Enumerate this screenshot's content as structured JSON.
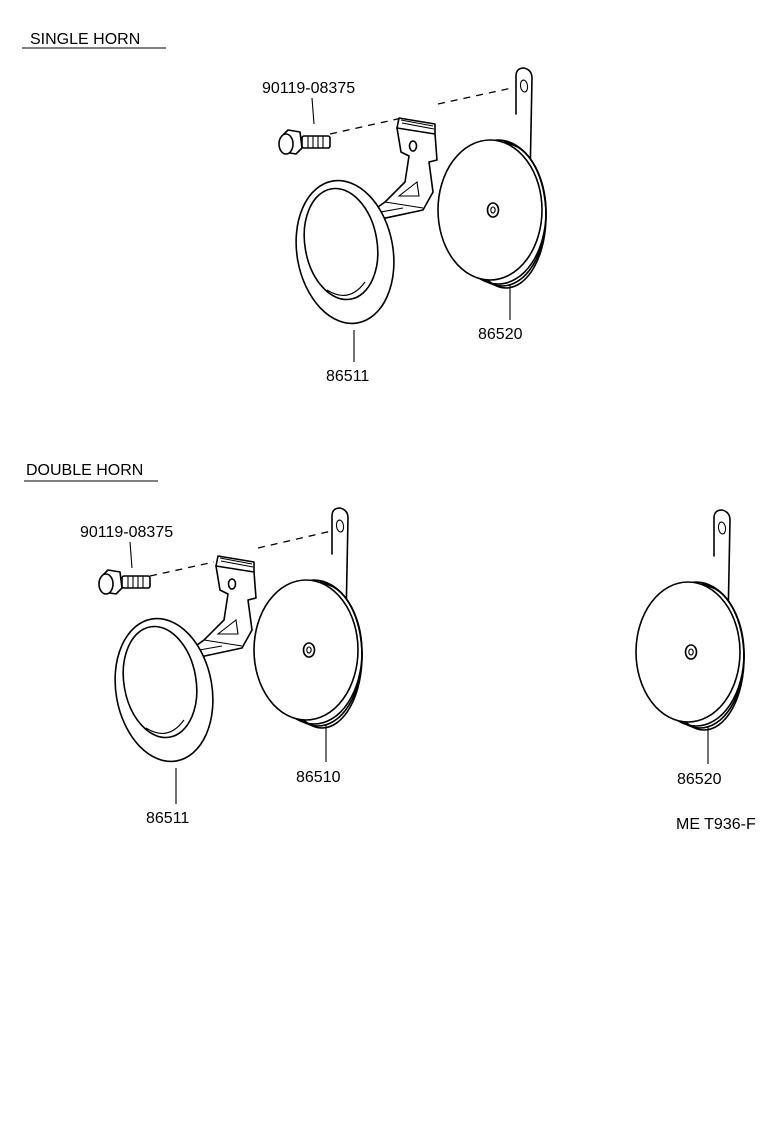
{
  "sections": [
    {
      "heading": "SINGLE HORN",
      "parts": {
        "bolt": "90119-08375",
        "bracket": "86511",
        "horn_low": "86520"
      }
    },
    {
      "heading": "DOUBLE HORN",
      "parts": {
        "bolt": "90119-08375",
        "bracket": "86511",
        "horn_high": "86510",
        "horn_low": "86520"
      }
    }
  ],
  "figure_code": "ME T936-F"
}
